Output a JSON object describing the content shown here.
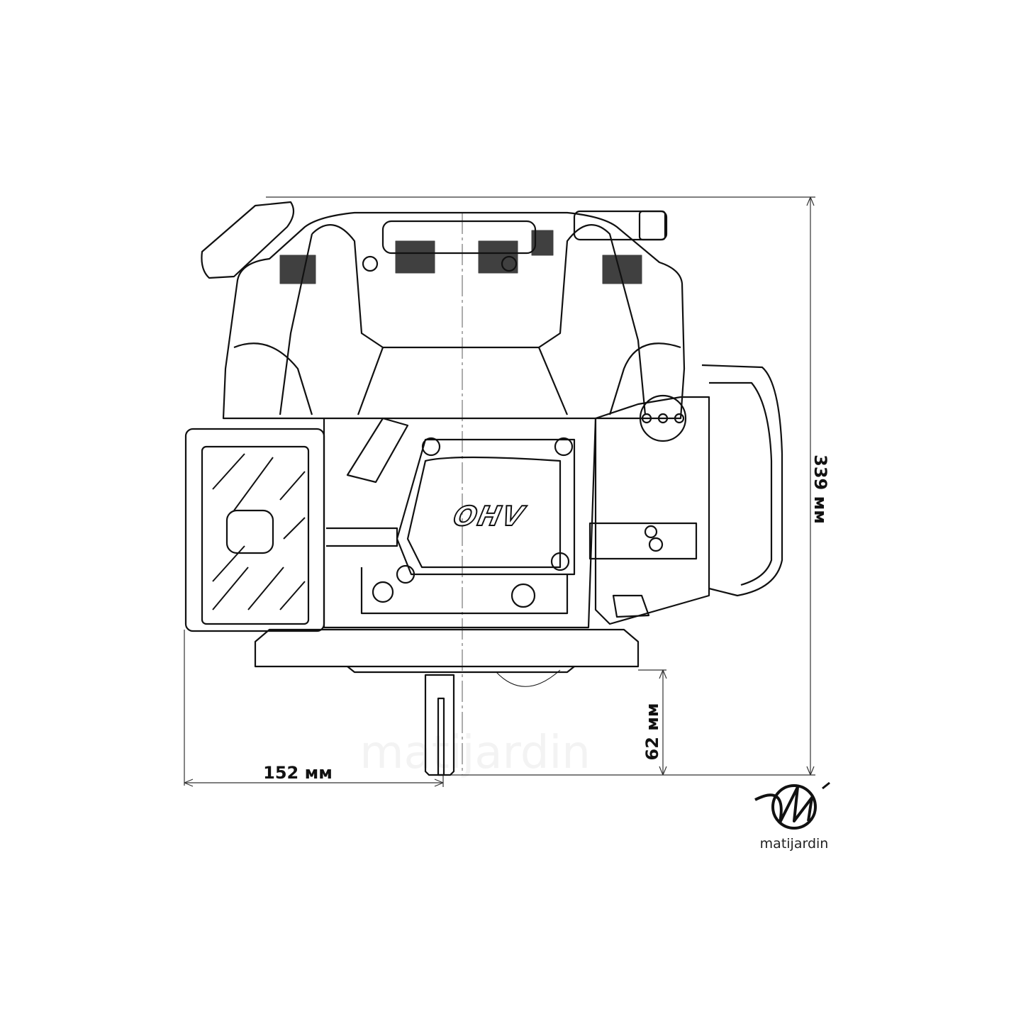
{
  "drawing": {
    "subject": "OHV",
    "dimensions": {
      "height": "339 мм",
      "shaft_length": "62 мм",
      "shaft_offset": "152 мм"
    },
    "watermark": "matijardin"
  },
  "logo": {
    "brand": "matijardin",
    "monogram": "Mi"
  }
}
